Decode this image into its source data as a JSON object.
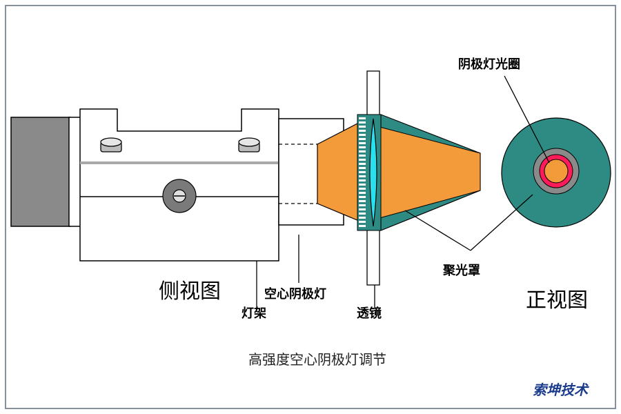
{
  "labels": {
    "side_view": "侧视图",
    "front_view": "正视图",
    "lamp_holder": "灯架",
    "hollow_cathode_lamp": "空心阴极灯",
    "lens": "透镜",
    "condenser_hood": "聚光罩",
    "cathode_ring": "阴极灯光圈"
  },
  "caption": "高强度空心阴极灯调节",
  "watermark": "索坤技术",
  "colors": {
    "frame": "#5d6b7c",
    "end_cap": "#8a8a8a",
    "beam": "#f39a3a",
    "hood": "#2e8b84",
    "lens": "#29e0ee",
    "knob": "#a6a6a6",
    "front_outer": "#2e8b84",
    "ring_red": "#ff1a5a",
    "ring_core": "#f39a3a",
    "watermark": "#1a3b8c"
  }
}
